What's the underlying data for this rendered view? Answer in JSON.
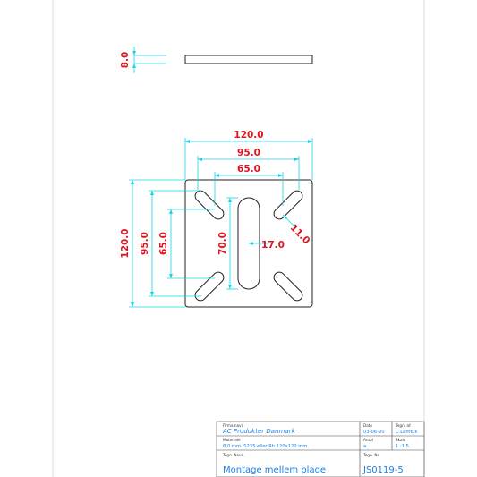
{
  "drawing": {
    "dimensions": {
      "thickness": "8.0",
      "width_outer": "120.0",
      "width_mid": "95.0",
      "width_inner": "65.0",
      "height_outer": "120.0",
      "height_mid": "95.0",
      "height_inner": "65.0",
      "slot_length": "70.0",
      "slot_offset": "17.0",
      "slot_width": "11.0"
    }
  },
  "title_block": {
    "firm_label": "Firma navn",
    "firm_name": "AC Produkter Danmark",
    "date_label": "Dato",
    "date_value": "03-06-20",
    "drawn_by_label": "Tegn. af.",
    "drawn_by_value": "C.Lamb.k",
    "material_label": "Materiale",
    "material_value": "8,0 mm. S235 eller Rh.120x120 mm.",
    "qty_label": "Antal",
    "qty_value": "a",
    "scale_label": "Skala",
    "scale_value": "1 :1,5",
    "drawing_name_label": "Tegn. Navn.",
    "drawing_name_value": "Montage mellem plade",
    "drawing_no_label": "Tegn. Nr.",
    "drawing_no_value": "JS0119-5"
  },
  "colors": {
    "dimension_text": "#e0141e",
    "dimension_lines": "#18d4e6",
    "part_outline": "#222222",
    "title_text": "#1b7fe6"
  }
}
